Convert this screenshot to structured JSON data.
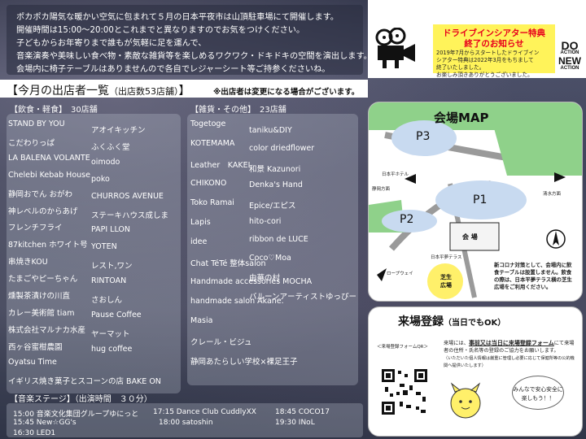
{
  "intro": {
    "lines": [
      "ポカポカ陽気な暖かい空気に包まれて５月の日本平夜市は山頂駐車場にて開催します。",
      "開催時間は15:00～20:00とこれまでと異なりますのでお気をつけください。",
      "子どもからお年寄りまで誰もが気軽に足を運んで、",
      "音楽演奏や美味しい食べ物・素敵な雑貨等を楽しめるワクワク・ドキドキの空間を演出します。",
      "会場内に椅子テーブルはありませんので各自でレジャーシート等ご持参くださいね。"
    ]
  },
  "header": {
    "bracket_open": "【",
    "title": "今月の出店者一覧",
    "count": "（出店数53店舗）",
    "bracket_close": "】",
    "note": "※出店者は変更になる場合がございます。"
  },
  "food": {
    "label": "【飲食・軽食】　30店舗",
    "col1": [
      "STAND BY YOU",
      "こだわりっぱ",
      "LA BALENA VOLANTE",
      "Chelebi Kebab House",
      "静岡おでん おがわ",
      "神レベルのからあげ",
      "フレンチフライ",
      "87kitchen ホワイト号",
      "串焼きKOU",
      "たまごやピーちゃん",
      "燻製茶漬けの川直",
      "カレー美術館 tiam",
      "株式会社マルナカ水産",
      "西ヶ谷蜜柑農園",
      "Oyatsu Time",
      "イギリス焼き菓子とスコーンの店 BAKE ON"
    ],
    "col2": [
      "アオイキッチン",
      "ふくふく堂",
      "oimodo",
      "poko",
      "CHURROS AVENUE",
      "ステーキハウス成しま",
      "PAPI LLON",
      "YOTEN",
      "レスト,ワン",
      "RINTOAN",
      "さおしん",
      "Pause Coffee",
      "ヤーマット",
      "hug coffee"
    ]
  },
  "goods": {
    "label": "【雑貨・その他】　23店舗",
    "col1": [
      "Togetoge",
      "KOTEMAMA",
      "Leather　KAKEI",
      "CHIKONO",
      "Toko Ramai",
      "Lapis",
      "idee",
      "Chat TéTé 整体salon",
      "Handmade accessories MOCHA",
      "handmade salon Akane.",
      "Masia",
      "クレール・ビジュ",
      "静岡あたらしい学校×裸足王子"
    ],
    "col2": [
      "taniku&DIY",
      "color driedflower",
      "和景 Kazunori",
      "Denka's Hand",
      "Epice/エピス",
      "hito-cori",
      "ribbon de LUCE",
      "Coco♡Moa",
      "由華の村",
      "バルーンアーティストゆっぴー"
    ]
  },
  "stage": {
    "label": "【音楽ステージ】（出演時間　３０分）",
    "items": [
      "15:00 音楽文化集団グループゆにっと",
      "15:45 New☆GG's",
      "16:30 LED1",
      "17:15 Dance Club CuddlyXX",
      "18:00 satoshin",
      "18:45 COCO17",
      "19:30 INoL"
    ]
  },
  "notice": {
    "title1": "ドライブインシアター特典",
    "title2": "終了のお知らせ",
    "body": [
      "2019年7月からスタートしたドライブイン",
      "シアター特典は2022年3月をもちまして",
      "終了いたしました。",
      "お楽しみ頂きありがとうございました。"
    ]
  },
  "badge": [
    "DO",
    "ACTION",
    "NEW",
    "ACTION"
  ],
  "map": {
    "title": "会場MAP",
    "p1": "P1",
    "p2": "P2",
    "p3": "P3",
    "venue": "会 場",
    "lawn": "芝生\n広場",
    "hotel": "日本平ホテル",
    "shizuoka": "静岡方面",
    "shimizu": "清水方面",
    "ropeway": "ロープウェイ",
    "terrace": "日本平夢テラス",
    "note": "新コロナ対策として、会場内に飲食テーブルは設置しません。飲食の際は、日本平夢テラス横の芝生広場をご利用ください。"
  },
  "registration": {
    "title": "来場登録",
    "sub": "（当日でもOK）",
    "qr_label": "＜来場登録フォームQR＞",
    "text_pre": "来場には、",
    "text_strong": "事前又は当日に来場登録フォーム",
    "text_post": "にて来場者の住所・氏名等の登録のご協力をお願いします。",
    "text_small": "（いただいた個人情報は厳重に管理し必要に応じて保健所等の公的機関へ提供いたします）",
    "bubble1": "みんなで安心安全に",
    "bubble2": "楽しもう！！"
  },
  "colors": {
    "notice_bg": "#fff35a",
    "notice_title": "#e8001c",
    "map_green": "#8fd18a",
    "map_blue": "#c8daf0",
    "lawn_yellow": "#fff06a"
  }
}
